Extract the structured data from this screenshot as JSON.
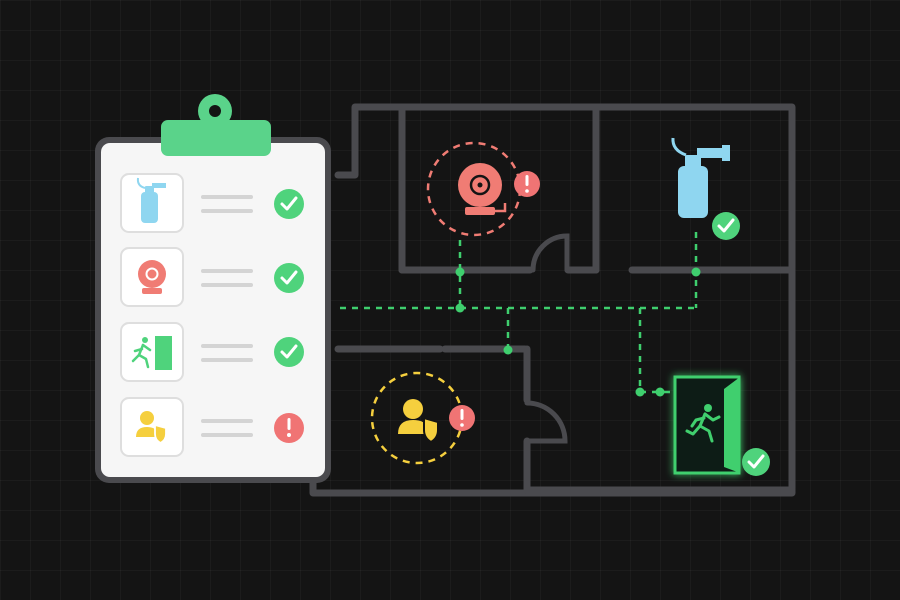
{
  "theme": {
    "wall": "#4a4a4e",
    "route": "#3fcf6e",
    "ok": "#4fd37c",
    "alert": "#f07474",
    "bell": "#f07c74",
    "extinguisher": "#8fd6f0",
    "warden": "#f5cf3e",
    "clipboard_clip": "#5ad38a",
    "paper": "#f6f6f6"
  },
  "checklist": [
    {
      "icon": "fire-extinguisher-icon",
      "status": "ok"
    },
    {
      "icon": "fire-alarm-bell-icon",
      "status": "ok"
    },
    {
      "icon": "emergency-exit-icon",
      "status": "ok"
    },
    {
      "icon": "fire-warden-icon",
      "status": "alert"
    }
  ],
  "floorplan": {
    "alarm_room": {
      "icon": "fire-alarm-bell-icon",
      "status": "alert"
    },
    "extinguisher_room": {
      "icon": "fire-extinguisher-icon",
      "status": "ok"
    },
    "warden_room": {
      "icon": "fire-warden-icon",
      "status": "alert"
    },
    "exit_door": {
      "icon": "emergency-exit-icon",
      "status": "ok"
    }
  }
}
